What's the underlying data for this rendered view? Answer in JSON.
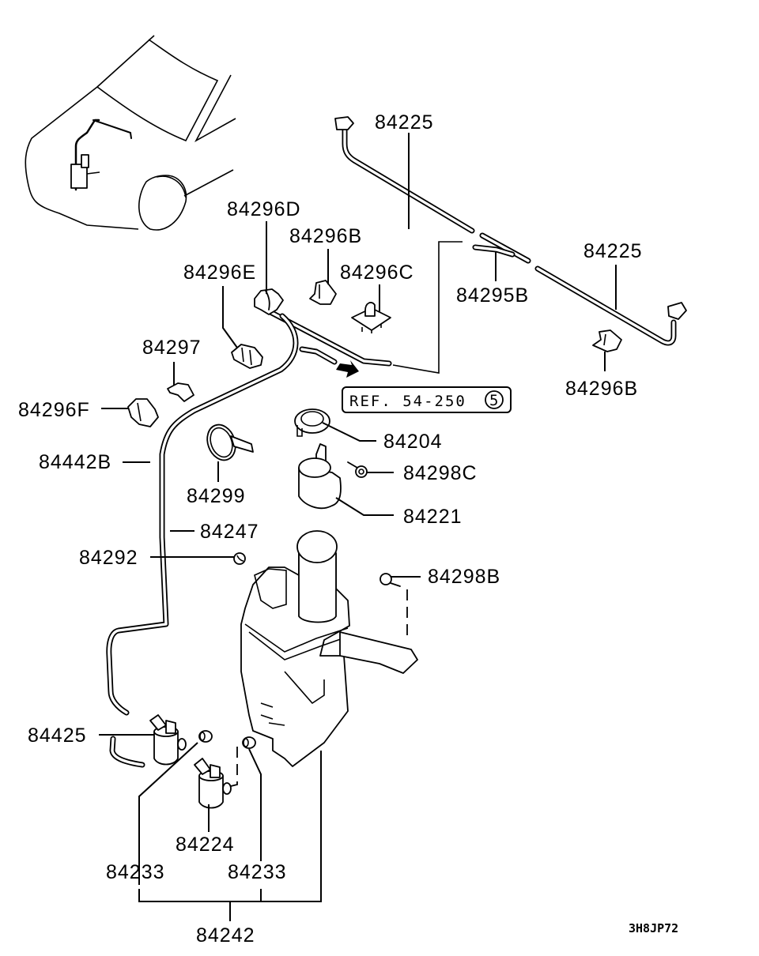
{
  "diagram": {
    "title": "Windshield Washer Assembly",
    "drawing_code": "3H8JP72",
    "reference": {
      "text": "REF. 54-250",
      "circle_number": "5"
    },
    "labels": {
      "p84225_top": "84225",
      "p84225_right": "84225",
      "p84296D": "84296D",
      "p84296B_top": "84296B",
      "p84296C": "84296C",
      "p84296E": "84296E",
      "p84295B": "84295B",
      "p84297": "84297",
      "p84296F": "84296F",
      "p84296B_right": "84296B",
      "p84442B": "84442B",
      "p84204": "84204",
      "p84298C": "84298C",
      "p84299": "84299",
      "p84221": "84221",
      "p84247": "84247",
      "p84292": "84292",
      "p84298B": "84298B",
      "p84425": "84425",
      "p84224": "84224",
      "p84233_left": "84233",
      "p84233_right": "84233",
      "p84242": "84242"
    }
  }
}
